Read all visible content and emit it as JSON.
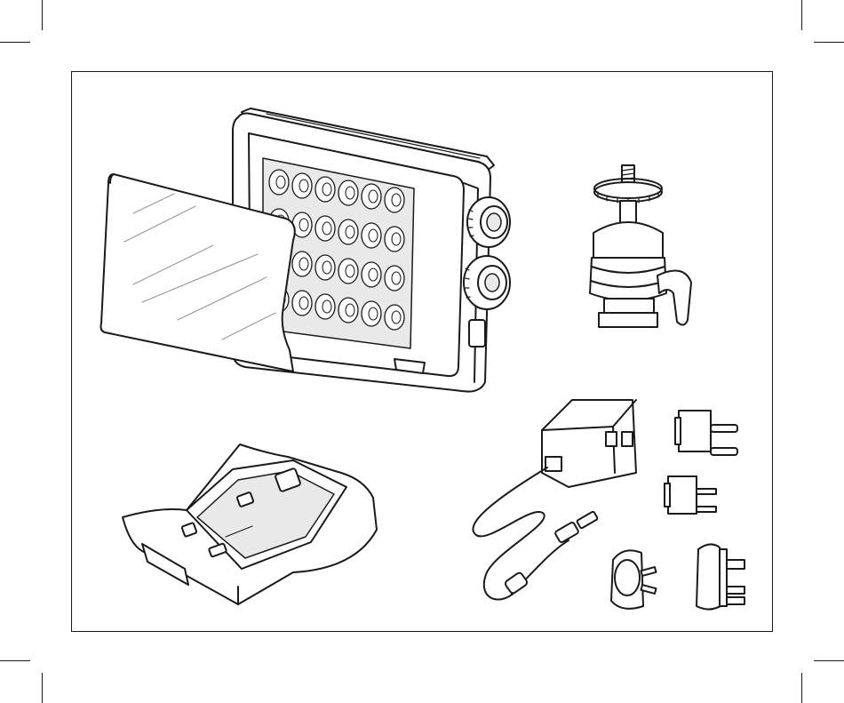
{
  "figure": {
    "items": [
      {
        "id": "led-light-panel",
        "visible_text": ""
      },
      {
        "id": "diffuser-filter",
        "visible_text": ""
      },
      {
        "id": "ball-head-mount",
        "visible_text": ""
      },
      {
        "id": "battery-adapter-plate",
        "visible_text": ""
      },
      {
        "id": "ac-power-adapter",
        "visible_text": ""
      },
      {
        "id": "plug-adapter-eu",
        "visible_text": ""
      },
      {
        "id": "plug-adapter-us",
        "visible_text": ""
      },
      {
        "id": "plug-adapter-au",
        "visible_text": ""
      },
      {
        "id": "plug-adapter-uk",
        "visible_text": ""
      }
    ],
    "colors": {
      "line": "#1a1a1a",
      "fill": "#ffffff",
      "shade": "#e9e9e9"
    }
  }
}
